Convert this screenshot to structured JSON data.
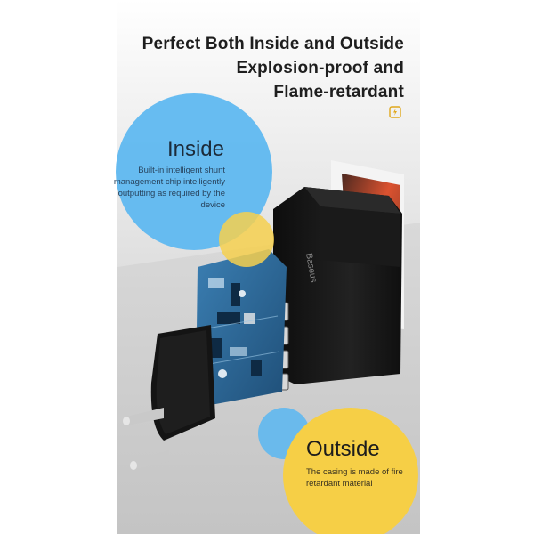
{
  "headline": {
    "line1": "Perfect Both Inside and Outside",
    "line2": "Explosion-proof and",
    "line3": "Flame-retardant"
  },
  "inside": {
    "title": "Inside",
    "description": "Built-in intelligent shunt management chip intelligently outputting as required by the device"
  },
  "outside": {
    "title": "Outside",
    "description": "The casing is made of fire retardant material"
  },
  "product": {
    "brand": "Baseus"
  },
  "colors": {
    "blue_bubble": "#5fb8f0",
    "yellow_bubble": "#f6cf46",
    "charger_body": "#141414",
    "pcb": "#2f6f9e",
    "flame": "#d8401a"
  },
  "icons": [
    "flame-retardant-badge-icon"
  ]
}
